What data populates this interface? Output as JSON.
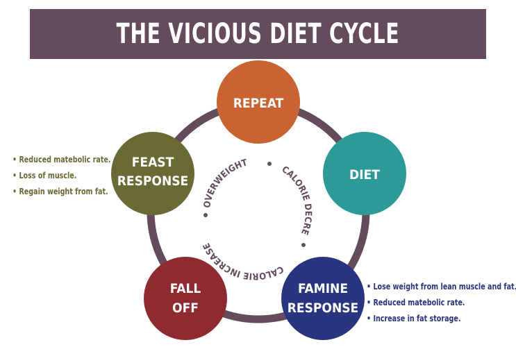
{
  "title": "THE VICIOUS DIET CYCLE",
  "colors": {
    "banner": "#644c5c",
    "ring": "#644c5c",
    "repeat": "#c96331",
    "diet": "#2e9a98",
    "famine": "#2a3580",
    "fall_off": "#8f2a31",
    "feast": "#6a6a34"
  },
  "stages": {
    "repeat": [
      "REPEAT"
    ],
    "diet": [
      "DIET"
    ],
    "famine": [
      "FAMINE",
      "RESPONSE"
    ],
    "fall_off": [
      "FALL",
      "OFF"
    ],
    "feast": [
      "FEAST",
      "RESPONSE"
    ]
  },
  "inner_labels": {
    "overweight": "OVERWEIGHT",
    "calorie_decrease": "CALORIE DECREASE",
    "calorie_increase": "CALORIE INCREASE"
  },
  "feast_notes": [
    "Reduced matebolic rate.",
    "Loss of muscle.",
    "Regain weight from fat."
  ],
  "famine_notes": [
    "Lose weight from lean muscle and fat.",
    "Reduced matebolic rate.",
    "Increase in fat storage."
  ]
}
